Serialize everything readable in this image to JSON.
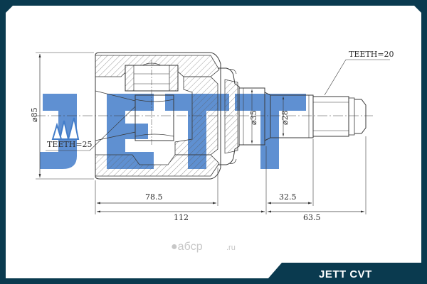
{
  "brand": {
    "footer_label": "JETT CVT",
    "watermark": "JETT",
    "colors": {
      "frame": "#0a3a4f",
      "watermark_blue": "#2f6fc4",
      "line": "#3a3a3a"
    }
  },
  "annotations": {
    "teeth_outer": "TEETH=20",
    "teeth_inner": "TEETH=25"
  },
  "dimensions": {
    "housing_dia": "⌀85",
    "neck_dia": "⌀35",
    "shaft_dia": "⌀28",
    "housing_depth": "78.5",
    "spline_length": "32.5",
    "overall_length": "112",
    "shaft_length": "63.5"
  },
  "site_watermark": {
    "text": "●aбcp",
    "domain": ".ru"
  }
}
